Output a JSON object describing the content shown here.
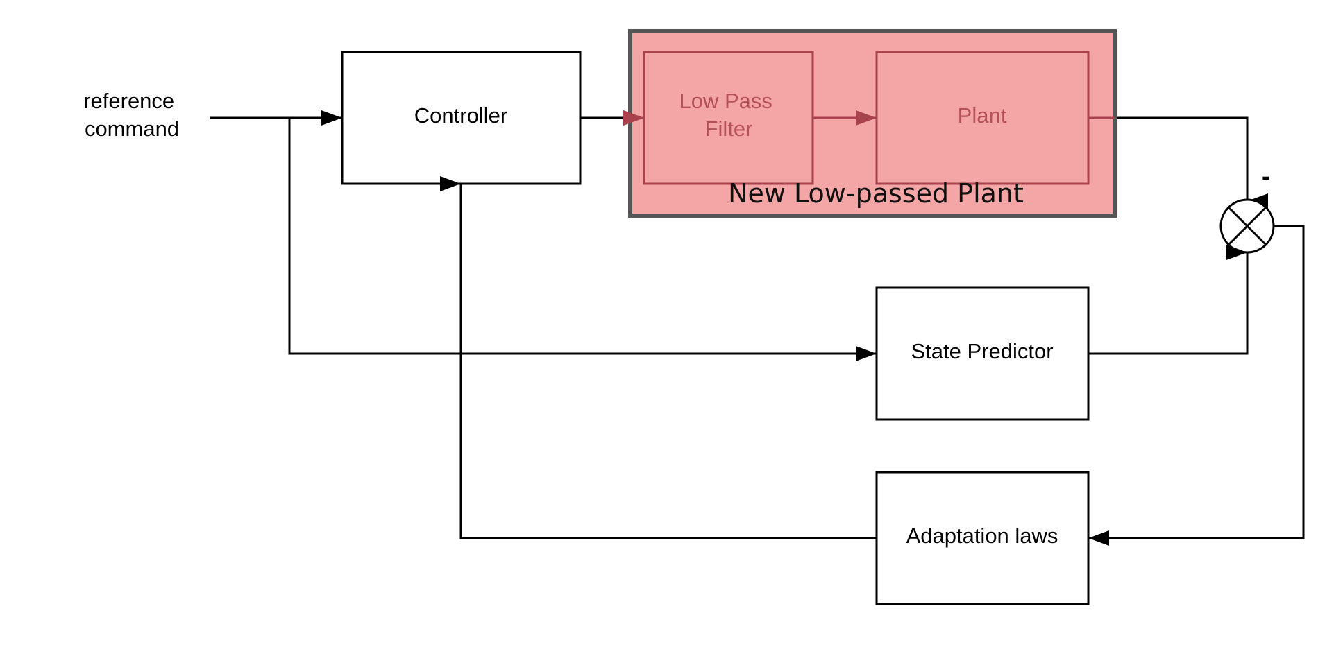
{
  "diagram": {
    "input_label_line1": "reference",
    "input_label_line2": "command",
    "controller_label": "Controller",
    "group_label": "New Low-passed Plant",
    "lowpass_label_line1": "Low Pass",
    "lowpass_label_line2": "Filter",
    "plant_label": "Plant",
    "predictor_label": "State Predictor",
    "adaptation_label": "Adaptation laws",
    "summing_sign": "-"
  },
  "colors": {
    "stroke": "#000000",
    "group_fill": "#f08080",
    "group_border": "#555555",
    "inner_box_border": "#a8434d",
    "inner_text": "#b5505a"
  }
}
